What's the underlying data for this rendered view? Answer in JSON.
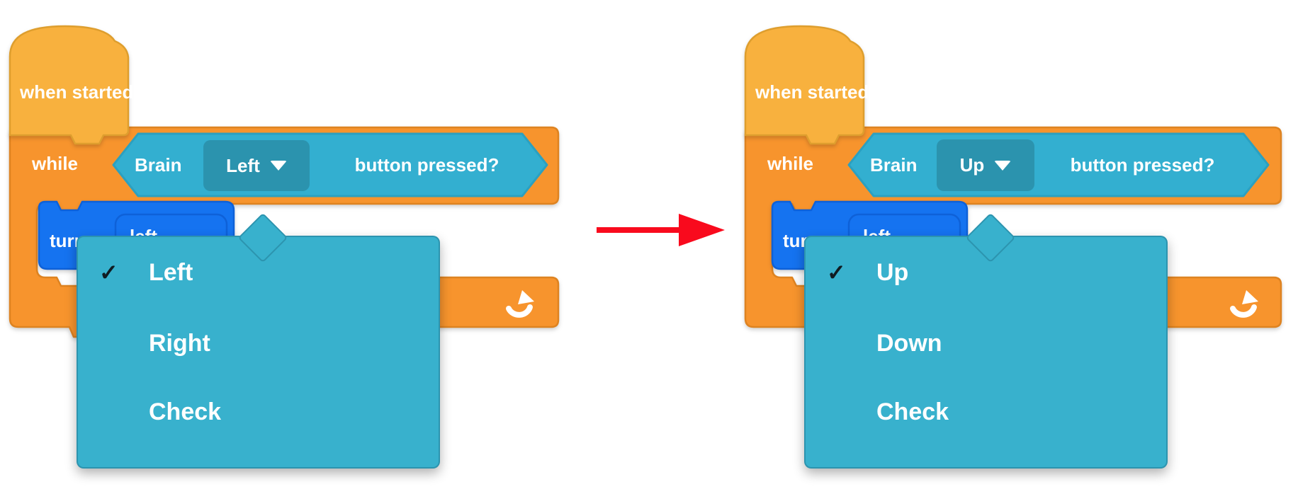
{
  "icons": {
    "check": "✓",
    "dropdown_caret": "caret-down",
    "repeat_arrow": "loop-arrow",
    "transition_arrow": "red-right-arrow"
  },
  "colors": {
    "hat_fill": "#F8B13E",
    "hat_stroke": "#DE9E2E",
    "while_fill": "#F7942D",
    "while_stroke": "#DE8321",
    "condition_fill": "#33AFD0",
    "field_fill": "#2B93AE",
    "turn_fill": "#1573F0",
    "popup_fill": "#38B1CD",
    "arrow_red": "#F90A1D",
    "text": "#FFFFFF",
    "check_mark": "#101C22"
  },
  "panels": [
    {
      "hat_label": "when started",
      "while_label": "while",
      "condition_device": "Brain",
      "condition_selected": "Left",
      "condition_suffix": "button pressed?",
      "turn_label": "turn",
      "turn_value": "left",
      "menu_items": [
        {
          "label": "Left",
          "checked": true
        },
        {
          "label": "Right",
          "checked": false
        },
        {
          "label": "Check",
          "checked": false
        }
      ]
    },
    {
      "hat_label": "when started",
      "while_label": "while",
      "condition_device": "Brain",
      "condition_selected": "Up",
      "condition_suffix": "button pressed?",
      "turn_label": "turn",
      "turn_value": "left",
      "menu_items": [
        {
          "label": "Up",
          "checked": true
        },
        {
          "label": "Down",
          "checked": false
        },
        {
          "label": "Check",
          "checked": false
        }
      ]
    }
  ]
}
